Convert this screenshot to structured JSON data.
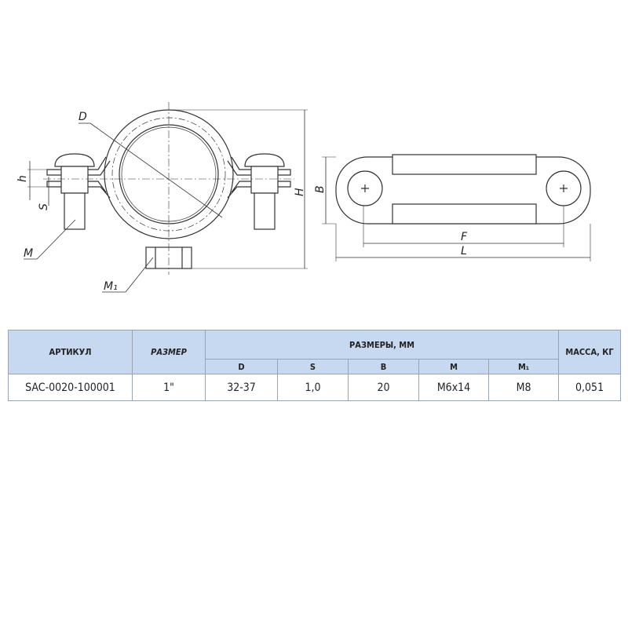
{
  "drawing": {
    "labels": {
      "D": "D",
      "h": "h",
      "S": "S",
      "M": "M",
      "M1": "M₁",
      "H": "H",
      "B": "B",
      "F": "F",
      "L": "L"
    }
  },
  "table": {
    "headers": {
      "article": "АРТИКУЛ",
      "size": "РАЗМЕР",
      "dimensions": "РАЗМЕРЫ, ММ",
      "mass": "МАССА, КГ",
      "sub": [
        "D",
        "S",
        "B",
        "M",
        "M₁"
      ]
    },
    "rows": [
      {
        "article": "SAC-0020-100001",
        "size": "1\"",
        "D": "32-37",
        "S": "1,0",
        "B": "20",
        "M": "M6x14",
        "M1": "M8",
        "mass": "0,051"
      }
    ]
  }
}
